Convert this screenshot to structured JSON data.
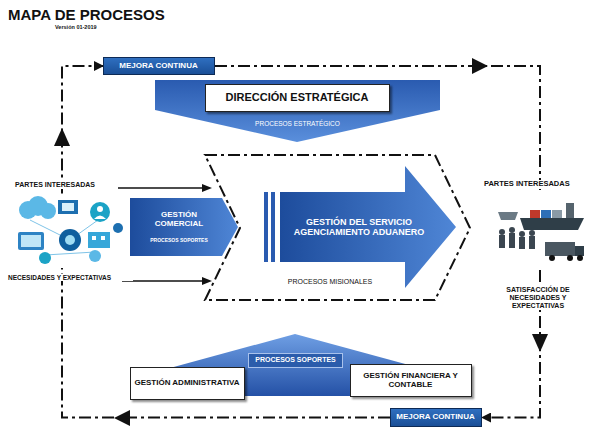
{
  "diagram": {
    "title": "MAPA DE PROCESOS",
    "nodes": [
      {
        "text": [
          "MEJORA CONTINUA"
        ]
      },
      {
        "text": [
          "PROCESOS ESTRATÉGICO"
        ]
      },
      {
        "text": [
          "DIRECCIÓN ESTRATÉGICA"
        ],
        "in": 1
      },
      {
        "text": [
          "PROCESOS MISIONALES"
        ]
      },
      {
        "text": [
          "GESTIÓN COMERCIAL",
          "PROCESOS SOPORTES"
        ],
        "in": 3
      },
      {
        "text": [
          "GESTIÓN DEL SERVICIO AGENCIAMIENTO ADUANERO"
        ],
        "in": 3
      },
      {
        "text": [
          "PROCESOS SOPORTES"
        ]
      },
      {
        "text": [
          "GESTIÓN ADMINISTRATIVA"
        ],
        "in": 6
      },
      {
        "text": [
          "GESTIÓN FINANCIERA Y CONTABLE"
        ],
        "in": 6
      },
      {
        "text": [
          "MEJORA CONTINUA"
        ]
      }
    ],
    "edges": [
      {
        "from": 0,
        "to": 9,
        "arrow": "to"
      },
      {
        "from": 9,
        "to": 0,
        "arrow": "to"
      }
    ],
    "labels": [
      "Versión 01-2019",
      "PARTES INTERESADAS",
      "NECESIDADES Y EXPECTATIVAS",
      "PARTES INTERESADAS",
      "SATISFACCIÓN DE NECESIDADES Y EXPECTATIVAS"
    ]
  }
}
